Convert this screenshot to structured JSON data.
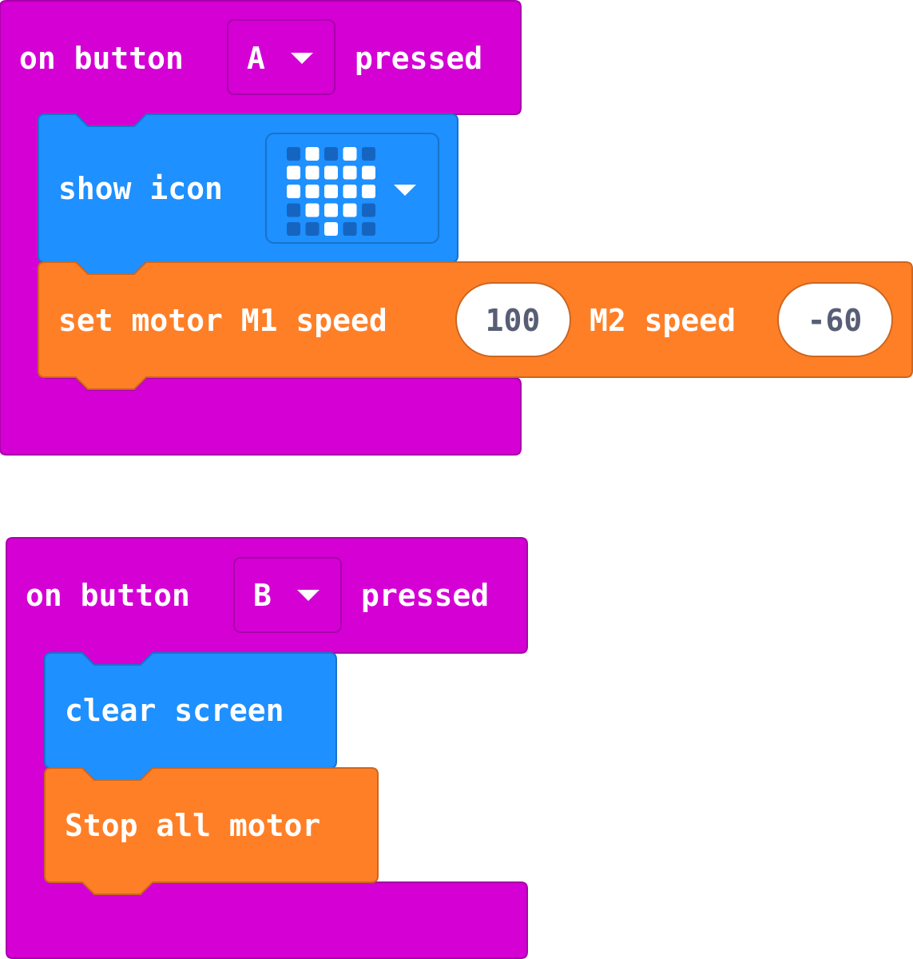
{
  "colors": {
    "event_block": "#d400d4",
    "event_border": "#aa00aa",
    "basic_block": "#1e90ff",
    "basic_border": "#1873cc",
    "motor_block": "#ff7f27",
    "motor_border": "#cc661f",
    "text": "#ffffff",
    "number_text": "#575e75"
  },
  "script_a": {
    "event": {
      "prefix": "on button",
      "button_value": "A",
      "suffix": "pressed"
    },
    "show_icon": {
      "label": "show icon",
      "icon": "heart-icon",
      "leds": [
        [
          0,
          1,
          0,
          1,
          0
        ],
        [
          1,
          1,
          1,
          1,
          1
        ],
        [
          1,
          1,
          1,
          1,
          1
        ],
        [
          0,
          1,
          1,
          1,
          0
        ],
        [
          0,
          0,
          1,
          0,
          0
        ]
      ]
    },
    "set_motor": {
      "label_m1": "set motor M1 speed",
      "m1_speed": "100",
      "label_m2": "M2 speed",
      "m2_speed": "-60"
    }
  },
  "script_b": {
    "event": {
      "prefix": "on button",
      "button_value": "B",
      "suffix": "pressed"
    },
    "clear_screen": {
      "label": "clear screen"
    },
    "stop_motor": {
      "label": "Stop all motor"
    }
  }
}
